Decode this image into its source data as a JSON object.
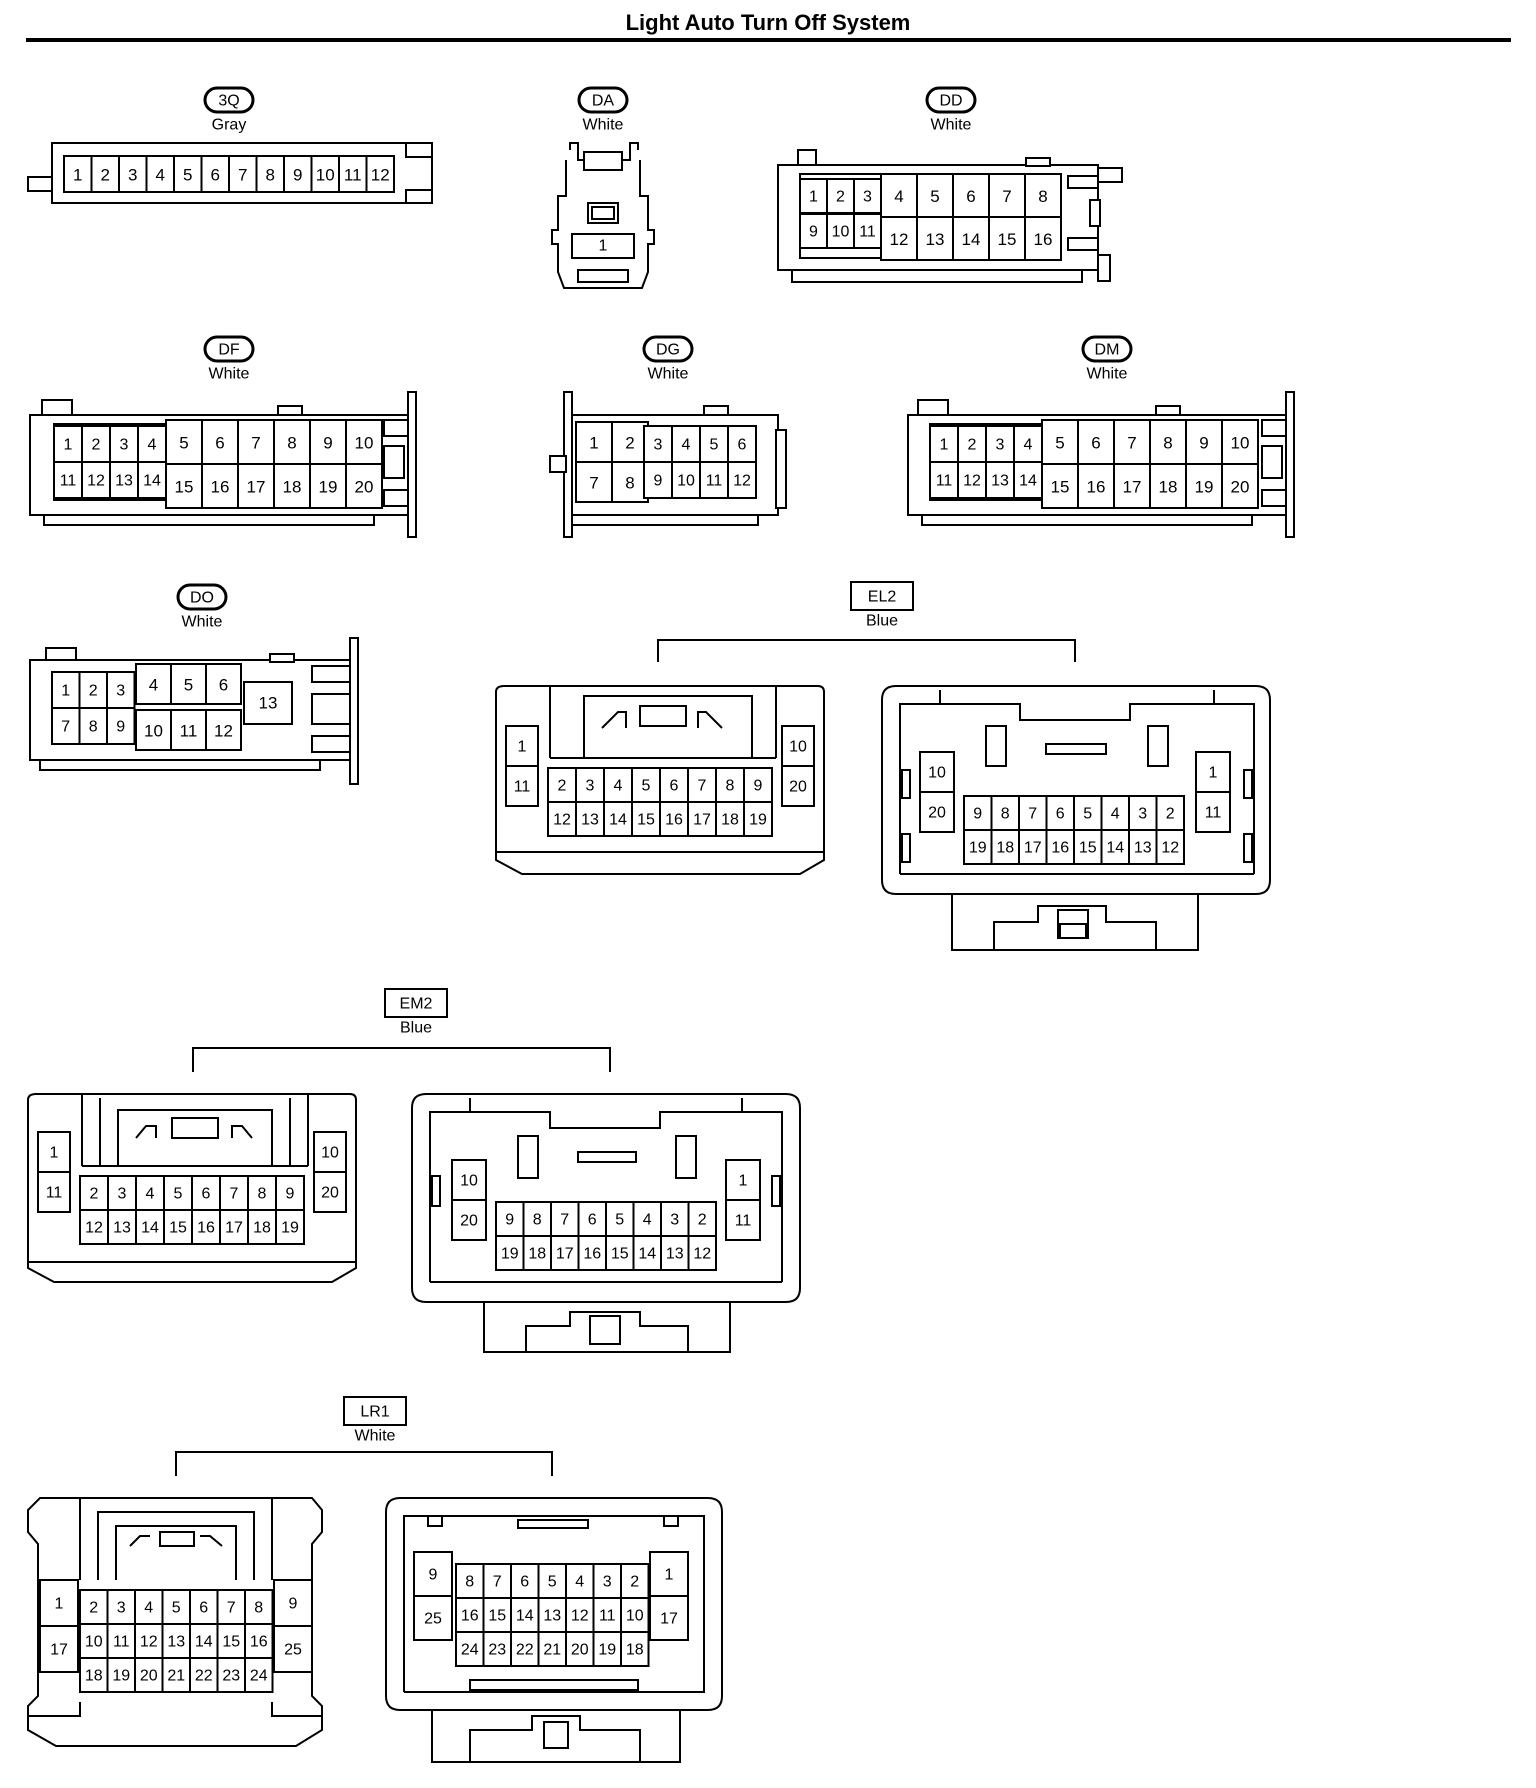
{
  "title": "Light Auto Turn Off System",
  "connectors": [
    {
      "id": "3Q",
      "color": "Gray",
      "label_style": "oval",
      "pins": [
        "1",
        "2",
        "3",
        "4",
        "5",
        "6",
        "7",
        "8",
        "9",
        "10",
        "11",
        "12"
      ]
    },
    {
      "id": "DA",
      "color": "White",
      "label_style": "oval",
      "pins": [
        "1"
      ]
    },
    {
      "id": "DD",
      "color": "White",
      "label_style": "oval",
      "pins": [
        "1",
        "2",
        "3",
        "4",
        "5",
        "6",
        "7",
        "8",
        "9",
        "10",
        "11",
        "12",
        "13",
        "14",
        "15",
        "16"
      ]
    },
    {
      "id": "DF",
      "color": "White",
      "label_style": "oval",
      "pins": [
        "1",
        "2",
        "3",
        "4",
        "5",
        "6",
        "7",
        "8",
        "9",
        "10",
        "11",
        "12",
        "13",
        "14",
        "15",
        "16",
        "17",
        "18",
        "19",
        "20"
      ]
    },
    {
      "id": "DG",
      "color": "White",
      "label_style": "oval",
      "pins": [
        "1",
        "2",
        "3",
        "4",
        "5",
        "6",
        "7",
        "8",
        "9",
        "10",
        "11",
        "12"
      ]
    },
    {
      "id": "DM",
      "color": "White",
      "label_style": "oval",
      "pins": [
        "1",
        "2",
        "3",
        "4",
        "5",
        "6",
        "7",
        "8",
        "9",
        "10",
        "11",
        "12",
        "13",
        "14",
        "15",
        "16",
        "17",
        "18",
        "19",
        "20"
      ]
    },
    {
      "id": "DO",
      "color": "White",
      "label_style": "oval",
      "pins": [
        "1",
        "2",
        "3",
        "4",
        "5",
        "6",
        "7",
        "8",
        "9",
        "10",
        "11",
        "12",
        "13"
      ]
    },
    {
      "id": "EL2",
      "color": "Blue",
      "label_style": "box",
      "pins": [
        "1",
        "2",
        "3",
        "4",
        "5",
        "6",
        "7",
        "8",
        "9",
        "10",
        "11",
        "12",
        "13",
        "14",
        "15",
        "16",
        "17",
        "18",
        "19",
        "20"
      ]
    },
    {
      "id": "EM2",
      "color": "Blue",
      "label_style": "box",
      "pins": [
        "1",
        "2",
        "3",
        "4",
        "5",
        "6",
        "7",
        "8",
        "9",
        "10",
        "11",
        "12",
        "13",
        "14",
        "15",
        "16",
        "17",
        "18",
        "19",
        "20"
      ]
    },
    {
      "id": "LR1",
      "color": "White",
      "label_style": "box",
      "pins": [
        "1",
        "2",
        "3",
        "4",
        "5",
        "6",
        "7",
        "8",
        "9",
        "10",
        "11",
        "12",
        "13",
        "14",
        "15",
        "16",
        "17",
        "18",
        "19",
        "20",
        "21",
        "22",
        "23",
        "24",
        "25"
      ]
    }
  ]
}
